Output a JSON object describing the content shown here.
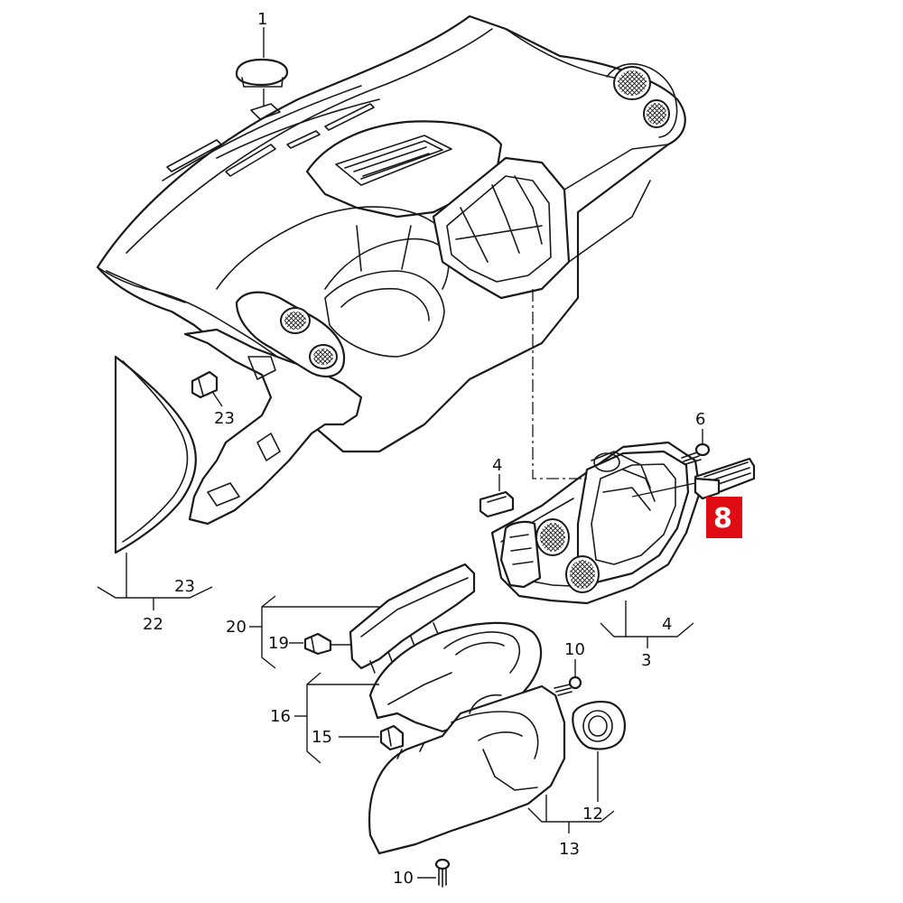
{
  "colors": {
    "line": "#1a1a1a",
    "background": "#ffffff",
    "highlight": "#e00c14",
    "highlight_text": "#ffffff"
  },
  "callouts": {
    "c1": "1",
    "c3": "3",
    "c4_top": "4",
    "c4_bracket": "4",
    "c6": "6",
    "c8": "8",
    "c10_top": "10",
    "c10_bottom": "10",
    "c12": "12",
    "c13": "13",
    "c15": "15",
    "c16": "16",
    "c19": "19",
    "c20": "20",
    "c22": "22",
    "c23_top": "23",
    "c23_bracket": "23"
  }
}
